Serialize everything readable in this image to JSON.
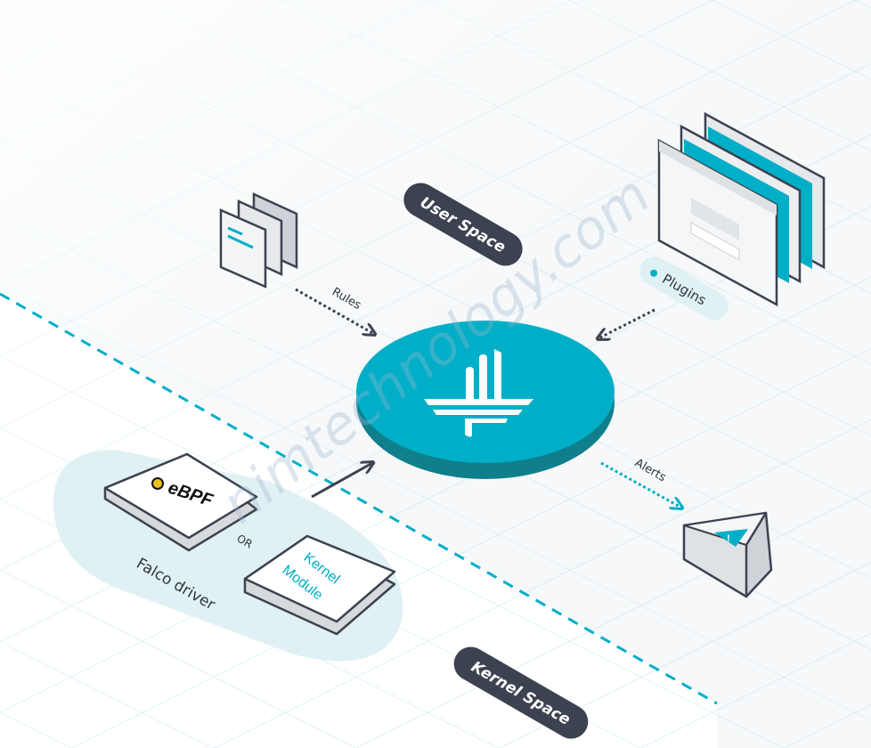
{
  "diagram": {
    "user_space_label": "User Space",
    "kernel_space_label": "Kernel Space",
    "rules_label": "Rules",
    "plugins_label": "Plugins",
    "alerts_label": "Alerts",
    "driver_group_label": "Falco driver",
    "or_label": "OR",
    "ebpf_label": "eBPF",
    "kernel_module_line1": "Kernel",
    "kernel_module_line2": "Module",
    "watermark": "nimtechnology.com"
  },
  "colors": {
    "accent": "#00aec7",
    "accent_dark": "#0f7f8c",
    "pill": "#3c4250",
    "grid": "#bfe6ec",
    "driver_bg": "#e0f1f4"
  }
}
